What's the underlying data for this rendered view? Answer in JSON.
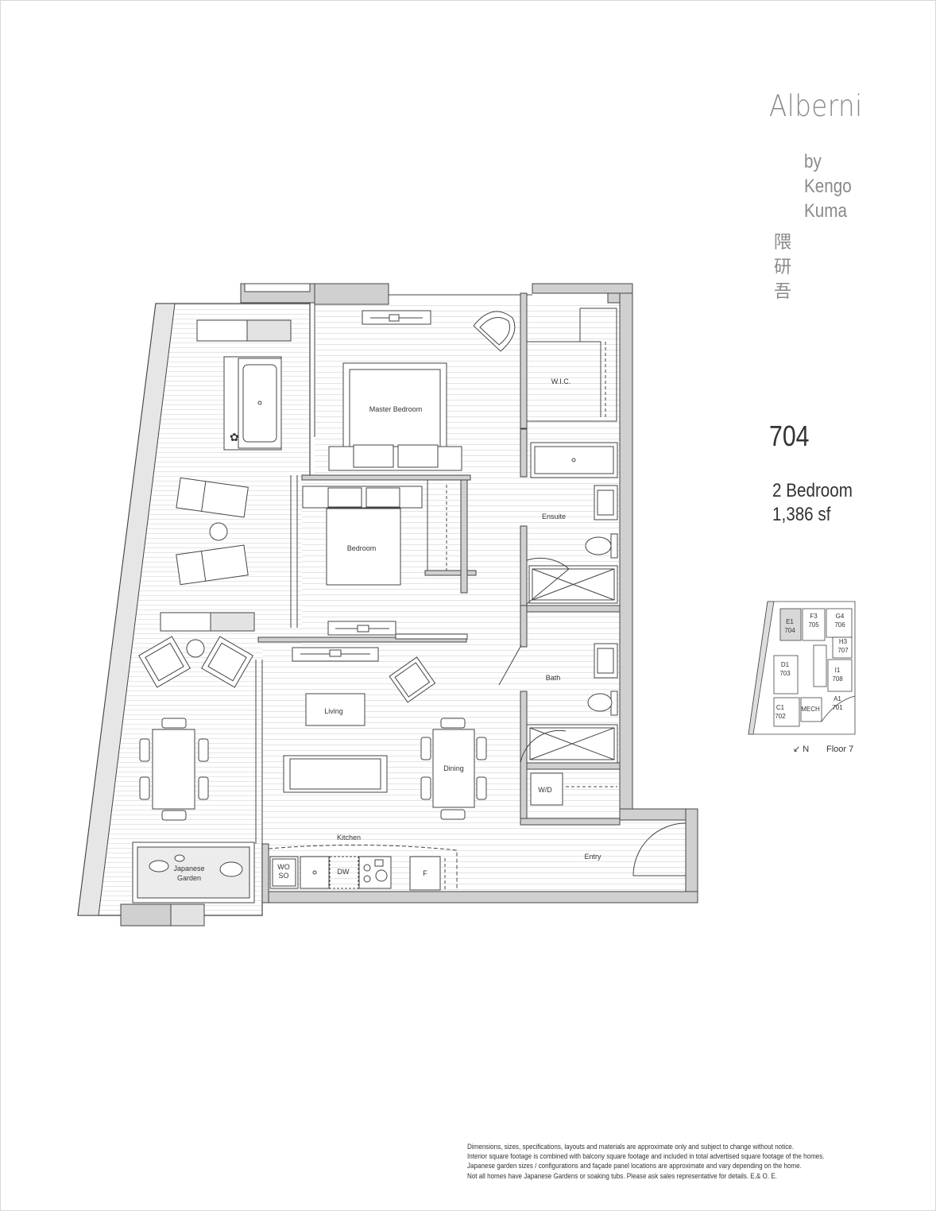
{
  "brand": {
    "name": "Alberni",
    "by_lines": [
      "by",
      "Kengo",
      "Kuma"
    ],
    "kanji": [
      "隈",
      "研",
      "吾"
    ]
  },
  "unit": {
    "number": "704",
    "type": "2 Bedroom",
    "area": "1,386 sf"
  },
  "rooms": {
    "master_bedroom": "Master Bedroom",
    "bedroom": "Bedroom",
    "wic": "W.I.C.",
    "ensuite": "Ensuite",
    "bath": "Bath",
    "living": "Living",
    "dining": "Dining",
    "kitchen": "Kitchen",
    "entry": "Entry",
    "wd": "W/D",
    "japanese_garden": [
      "Japanese",
      "Garden"
    ],
    "wo_so": [
      "WO",
      "SO"
    ],
    "dw": "DW",
    "fridge": "F"
  },
  "keyplan": {
    "units": [
      {
        "code": "E1",
        "num": "704"
      },
      {
        "code": "F3",
        "num": "705"
      },
      {
        "code": "G4",
        "num": "706"
      },
      {
        "code": "H3",
        "num": "707"
      },
      {
        "code": "D1",
        "num": "703"
      },
      {
        "code": "I1",
        "num": "708"
      },
      {
        "code": "A1",
        "num": "701"
      },
      {
        "code": "C1",
        "num": "702"
      }
    ],
    "mech": "MECH",
    "north": "↙ N",
    "floor": "Floor 7"
  },
  "disclaimer": [
    "Dimensions, sizes, specifications, layouts and materials are approximate only and subject to change without notice.",
    "Interior square footage is combined with balcony square footage and included in total advertised square footage of the homes.",
    "Japanese garden sizes / configurations and façade panel locations are approximate and vary depending on the home.",
    "Not all homes have Japanese Gardens or soaking tubs. Please ask sales representative for details. E.& O. E."
  ],
  "colors": {
    "wall": "#cfcfcf",
    "line": "#444444",
    "hatch": "#e6e6e6",
    "text": "#333333",
    "brand": "#8a8a8a"
  }
}
